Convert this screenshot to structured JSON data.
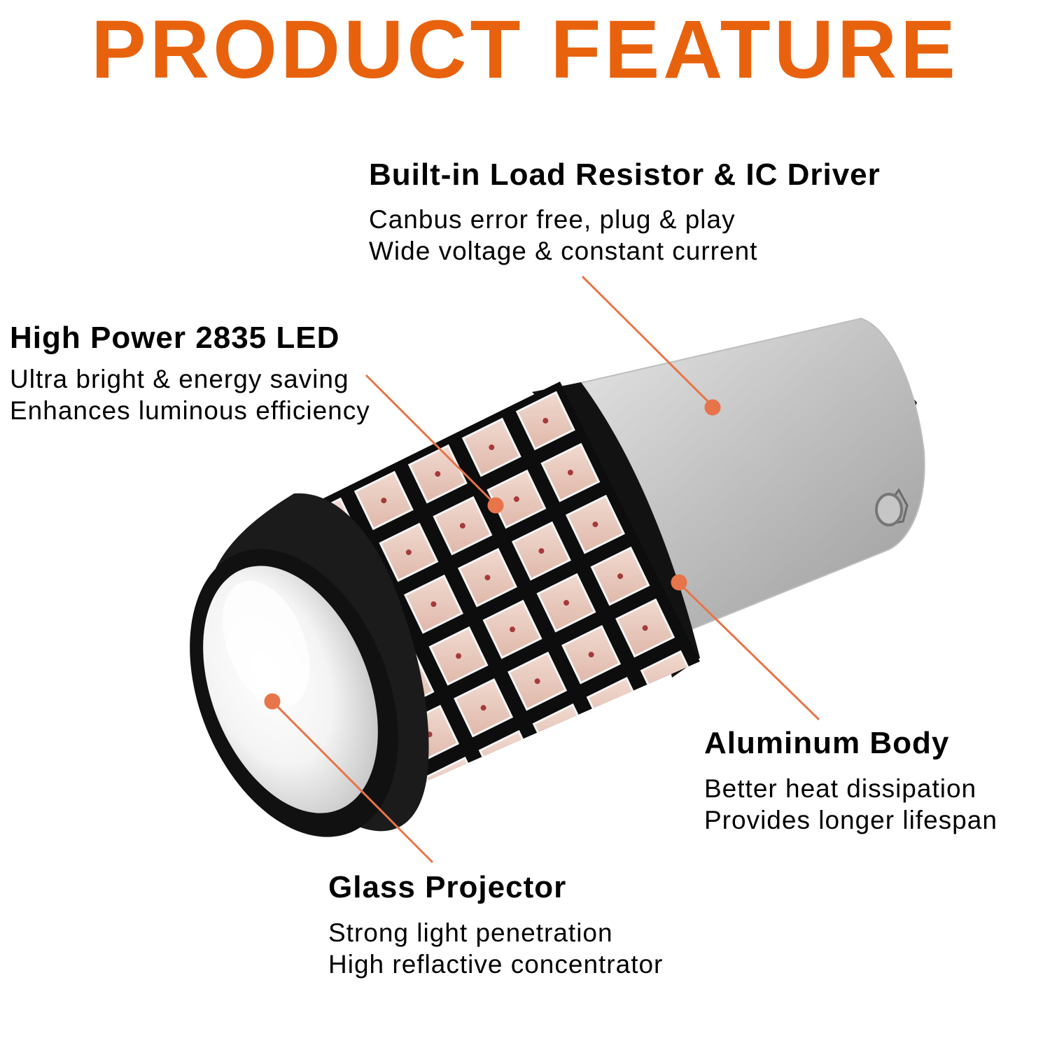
{
  "header": {
    "title": "PRODUCT FEATURE"
  },
  "colors": {
    "accent": "#e8620e",
    "callout_line": "#e8744a",
    "text": "#000000",
    "background": "#ffffff"
  },
  "features": [
    {
      "id": "load-resistor-ic-driver",
      "title": "Built-in Load Resistor & IC Driver",
      "lines": [
        "Canbus error free, plug & play",
        "Wide voltage & constant current"
      ]
    },
    {
      "id": "high-power-led",
      "title": "High Power 2835 LED",
      "lines": [
        "Ultra bright & energy saving",
        "Enhances luminous efficiency"
      ]
    },
    {
      "id": "aluminum-body",
      "title": "Aluminum Body",
      "lines": [
        "Better heat dissipation",
        "Provides longer lifespan"
      ]
    },
    {
      "id": "glass-projector",
      "title": "Glass Projector",
      "lines": [
        "Strong light penetration",
        "High reflactive concentrator"
      ]
    }
  ]
}
